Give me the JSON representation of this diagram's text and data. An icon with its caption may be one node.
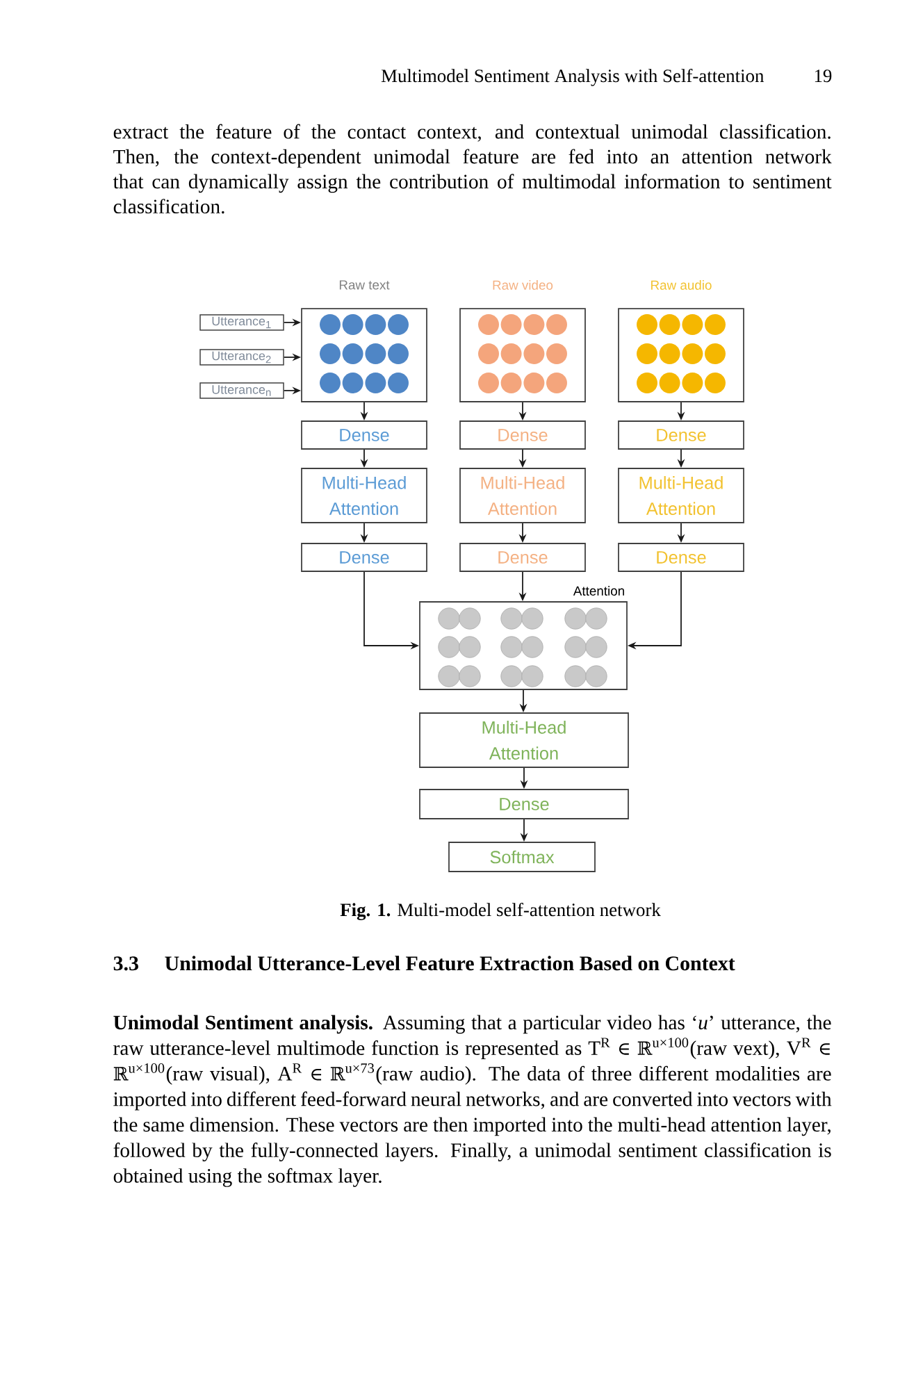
{
  "diagram": {
    "caption": "**Fig. 1.** Multi-model self-attention network",
    "nodes": [
      {
        "text": [
          "Utterance$_{1}$"
        ]
      },
      {
        "text": [
          "Utterance$_{2}$"
        ]
      },
      {
        "text": [
          "Utterance$_{n}$"
        ]
      },
      {
        "text": [
          "Raw text"
        ]
      },
      {
        "text": [
          "Raw video"
        ]
      },
      {
        "text": [
          "Raw audio"
        ]
      },
      {
        "text": [
          "Dense"
        ]
      },
      {
        "text": [
          "Dense"
        ]
      },
      {
        "text": [
          "Dense"
        ]
      },
      {
        "text": [
          "Multi-Head Attention"
        ]
      },
      {
        "text": [
          "Multi-Head Attention"
        ]
      },
      {
        "text": [
          "Multi-Head Attention"
        ]
      },
      {
        "text": [
          "Dense"
        ]
      },
      {
        "text": [
          "Dense"
        ]
      },
      {
        "text": [
          "Dense"
        ]
      },
      {
        "text": [
          "Attention"
        ]
      },
      {
        "text": [
          "Multi-Head Attention"
        ]
      },
      {
        "text": [
          "Dense"
        ]
      },
      {
        "text": [
          "Softmax"
        ]
      }
    ],
    "edges": [
      {
        "from": 0,
        "to": 3,
        "arrow": "to"
      },
      {
        "from": 1,
        "to": 3,
        "arrow": "to"
      },
      {
        "from": 2,
        "to": 3,
        "arrow": "to"
      },
      {
        "from": 3,
        "to": 6,
        "arrow": "to"
      },
      {
        "from": 4,
        "to": 7,
        "arrow": "to"
      },
      {
        "from": 5,
        "to": 8,
        "arrow": "to"
      },
      {
        "from": 6,
        "to": 9,
        "arrow": "to"
      },
      {
        "from": 7,
        "to": 10,
        "arrow": "to"
      },
      {
        "from": 8,
        "to": 11,
        "arrow": "to"
      },
      {
        "from": 9,
        "to": 12,
        "arrow": "to"
      },
      {
        "from": 10,
        "to": 13,
        "arrow": "to"
      },
      {
        "from": 11,
        "to": 14,
        "arrow": "to"
      },
      {
        "from": 12,
        "to": 15,
        "arrow": "to"
      },
      {
        "from": 13,
        "to": 15,
        "arrow": "to"
      },
      {
        "from": 14,
        "to": 15,
        "arrow": "to"
      },
      {
        "from": 15,
        "to": 16,
        "arrow": "to"
      },
      {
        "from": 16,
        "to": 17,
        "arrow": "to"
      },
      {
        "from": 17,
        "to": 18,
        "arrow": "to"
      }
    ],
    "labels": [
      "Multimodel Sentiment Analysis with Self-attention",
      "19",
      "extract the feature of the contact context, and contextual unimodal classification. Then, the context-dependent unimodal feature are fed into an attention network that can dynamically assign the contribution of multimodal information to sentiment classification.",
      "3.3",
      "Unimodal Utterance-Level Feature Extraction Based on Context",
      "**Unimodal Sentiment analysis.** Assuming that a particular video has ‘*u*’ utterance, the raw utterance-level multimode function is represented as T$^{R}$ ∈ ℝ$^{u×100}$(raw vext), V$^{R}$ ∈ ℝ$^{u×100}$(raw visual), A$^{R}$ ∈ ℝ$^{u×73}$(raw audio). The data of three different modalities are imported into different feed-forward neural networks, and are converted into vectors with the same dimension. These vectors are then imported into the multi-head attention layer, followed by the fully-connected layers. Finally, a unimodal sentiment classification is obtained using the softmax layer."
    ]
  }
}
